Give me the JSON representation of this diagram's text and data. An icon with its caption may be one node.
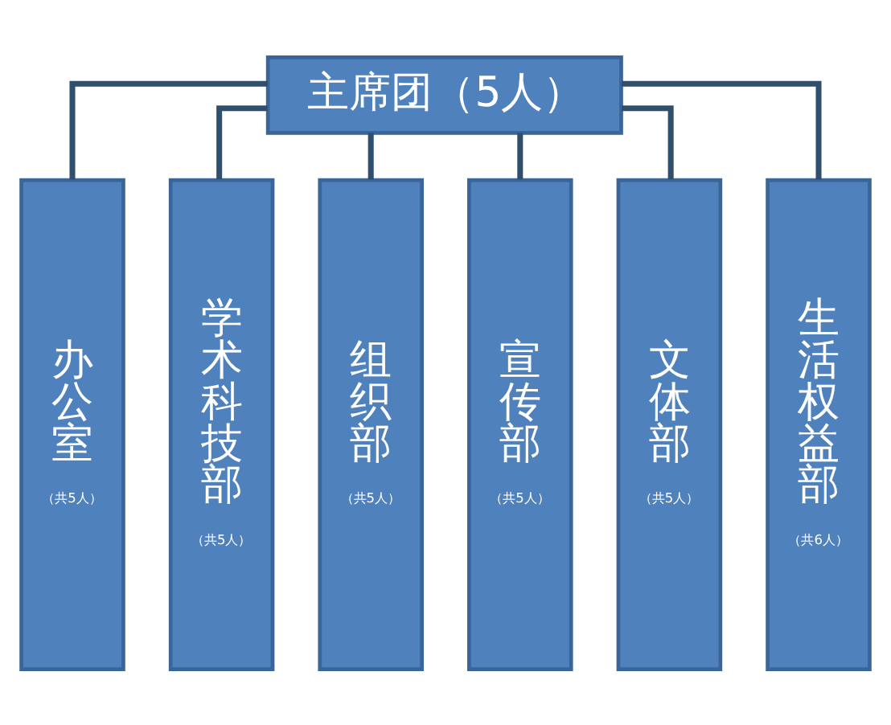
{
  "diagram": {
    "nodes": [
      {
        "text": [
          "主席团（5人）"
        ]
      },
      {
        "text": [
          "办公室",
          "（共5人）"
        ]
      },
      {
        "text": [
          "学术科技部",
          "（共5人）"
        ]
      },
      {
        "text": [
          "组织部",
          "（共5人）"
        ]
      },
      {
        "text": [
          "宣传部",
          "（共5人）"
        ]
      },
      {
        "text": [
          "文体部",
          "（共5人）"
        ]
      },
      {
        "text": [
          "生活权益部",
          "（共6人）"
        ]
      }
    ],
    "edges": [
      {
        "from": 0,
        "to": 1,
        "arrow": "none"
      },
      {
        "from": 0,
        "to": 2,
        "arrow": "none"
      },
      {
        "from": 0,
        "to": 3,
        "arrow": "none"
      },
      {
        "from": 0,
        "to": 4,
        "arrow": "none"
      },
      {
        "from": 0,
        "to": 5,
        "arrow": "none"
      },
      {
        "from": 0,
        "to": 6,
        "arrow": "none"
      }
    ]
  }
}
